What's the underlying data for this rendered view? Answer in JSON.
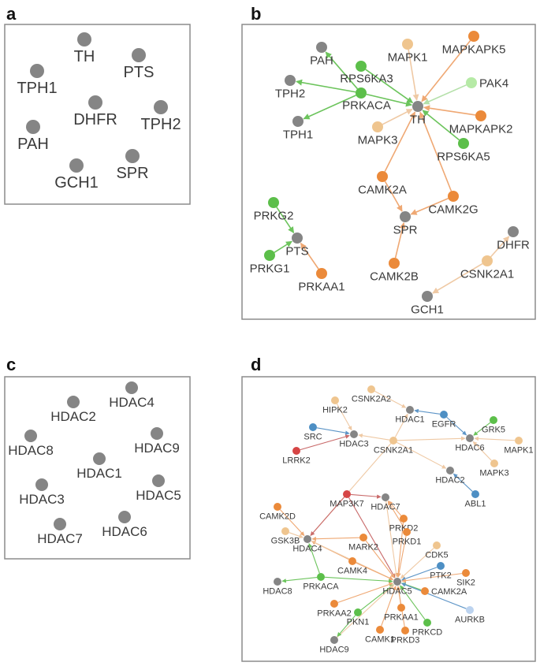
{
  "panels": [
    {
      "label": "a"
    },
    {
      "label": "b"
    },
    {
      "label": "c"
    },
    {
      "label": "d"
    }
  ],
  "colors": {
    "gray": "#858585",
    "green": "#5cbf4a",
    "orange": "#eb8a3a",
    "peach": "#efc58f",
    "lightgreen": "#b6eaa6",
    "blue": "#4d8fc4",
    "lightblue": "#bcd3ef",
    "red": "#d64545",
    "edge_green": "#6cc45c",
    "edge_orange": "#efa873",
    "edge_peach": "#efc9a4",
    "edge_blue": "#5d95c7",
    "edge_red": "#c96a6a",
    "edge_lightgreen": "#b4e0a9"
  },
  "networks": {
    "a": {
      "nodes": [
        {
          "id": "TH",
          "label": "TH",
          "color": "gray"
        },
        {
          "id": "PTS",
          "label": "PTS",
          "color": "gray"
        },
        {
          "id": "TPH1",
          "label": "TPH1",
          "color": "gray"
        },
        {
          "id": "DHFR",
          "label": "DHFR",
          "color": "gray"
        },
        {
          "id": "TPH2",
          "label": "TPH2",
          "color": "gray"
        },
        {
          "id": "PAH",
          "label": "PAH",
          "color": "gray"
        },
        {
          "id": "GCH1",
          "label": "GCH1",
          "color": "gray"
        },
        {
          "id": "SPR",
          "label": "SPR",
          "color": "gray"
        }
      ],
      "edges": []
    },
    "b": {
      "nodes": [
        {
          "id": "PAH",
          "label": "PAH",
          "color": "gray"
        },
        {
          "id": "TPH2",
          "label": "TPH2",
          "color": "gray"
        },
        {
          "id": "TPH1",
          "label": "TPH1",
          "color": "gray"
        },
        {
          "id": "RPS6KA3",
          "label": "RPS6KA3",
          "color": "green"
        },
        {
          "id": "PRKACA",
          "label": "PRKACA",
          "color": "green"
        },
        {
          "id": "MAPK1",
          "label": "MAPK1",
          "color": "peach"
        },
        {
          "id": "MAPKAPK5",
          "label": "MAPKAPK5",
          "color": "orange"
        },
        {
          "id": "PAK4",
          "label": "PAK4",
          "color": "lightgreen"
        },
        {
          "id": "TH",
          "label": "TH",
          "color": "gray"
        },
        {
          "id": "MAPKAPK2",
          "label": "MAPKAPK2",
          "color": "orange"
        },
        {
          "id": "MAPK3",
          "label": "MAPK3",
          "color": "peach"
        },
        {
          "id": "RPS6KA5",
          "label": "RPS6KA5",
          "color": "green"
        },
        {
          "id": "CAMK2A",
          "label": "CAMK2A",
          "color": "orange"
        },
        {
          "id": "CAMK2G",
          "label": "CAMK2G",
          "color": "orange"
        },
        {
          "id": "SPR",
          "label": "SPR",
          "color": "gray"
        },
        {
          "id": "CAMK2B",
          "label": "CAMK2B",
          "color": "orange"
        },
        {
          "id": "PRKG2",
          "label": "PRKG2",
          "color": "green"
        },
        {
          "id": "PTS",
          "label": "PTS",
          "color": "gray"
        },
        {
          "id": "PRKG1",
          "label": "PRKG1",
          "color": "green"
        },
        {
          "id": "PRKAA1",
          "label": "PRKAA1",
          "color": "orange"
        },
        {
          "id": "DHFR",
          "label": "DHFR",
          "color": "gray"
        },
        {
          "id": "CSNK2A1",
          "label": "CSNK2A1",
          "color": "peach"
        },
        {
          "id": "GCH1",
          "label": "GCH1",
          "color": "gray"
        }
      ],
      "edges": [
        {
          "from": "PRKACA",
          "to": "PAH",
          "color": "edge_green"
        },
        {
          "from": "PRKACA",
          "to": "TPH2",
          "color": "edge_green"
        },
        {
          "from": "PRKACA",
          "to": "TPH1",
          "color": "edge_green"
        },
        {
          "from": "PRKACA",
          "to": "TH",
          "color": "edge_green"
        },
        {
          "from": "RPS6KA3",
          "to": "TH",
          "color": "edge_green"
        },
        {
          "from": "MAPK1",
          "to": "TH",
          "color": "edge_peach"
        },
        {
          "from": "MAPKAPK5",
          "to": "TH",
          "color": "edge_orange"
        },
        {
          "from": "PAK4",
          "to": "TH",
          "color": "edge_lightgreen"
        },
        {
          "from": "MAPKAPK2",
          "to": "TH",
          "color": "edge_orange"
        },
        {
          "from": "MAPK3",
          "to": "TH",
          "color": "edge_peach"
        },
        {
          "from": "RPS6KA5",
          "to": "TH",
          "color": "edge_green"
        },
        {
          "from": "CAMK2A",
          "to": "TH",
          "color": "edge_orange"
        },
        {
          "from": "CAMK2G",
          "to": "TH",
          "color": "edge_orange"
        },
        {
          "from": "CAMK2A",
          "to": "SPR",
          "color": "edge_orange"
        },
        {
          "from": "CAMK2G",
          "to": "SPR",
          "color": "edge_orange"
        },
        {
          "from": "CAMK2B",
          "to": "SPR",
          "color": "edge_orange"
        },
        {
          "from": "PRKG2",
          "to": "PTS",
          "color": "edge_green"
        },
        {
          "from": "PRKG1",
          "to": "PTS",
          "color": "edge_green"
        },
        {
          "from": "PRKAA1",
          "to": "PTS",
          "color": "edge_orange"
        },
        {
          "from": "CSNK2A1",
          "to": "DHFR",
          "color": "edge_peach"
        },
        {
          "from": "CSNK2A1",
          "to": "GCH1",
          "color": "edge_peach"
        }
      ]
    },
    "c": {
      "nodes": [
        {
          "id": "HDAC4",
          "label": "HDAC4",
          "color": "gray"
        },
        {
          "id": "HDAC2",
          "label": "HDAC2",
          "color": "gray"
        },
        {
          "id": "HDAC8",
          "label": "HDAC8",
          "color": "gray"
        },
        {
          "id": "HDAC9",
          "label": "HDAC9",
          "color": "gray"
        },
        {
          "id": "HDAC1",
          "label": "HDAC1",
          "color": "gray"
        },
        {
          "id": "HDAC3",
          "label": "HDAC3",
          "color": "gray"
        },
        {
          "id": "HDAC5",
          "label": "HDAC5",
          "color": "gray"
        },
        {
          "id": "HDAC7",
          "label": "HDAC7",
          "color": "gray"
        },
        {
          "id": "HDAC6",
          "label": "HDAC6",
          "color": "gray"
        }
      ],
      "edges": []
    },
    "d": {
      "nodes": [
        {
          "id": "CSNK2A2",
          "label": "CSNK2A2",
          "color": "peach"
        },
        {
          "id": "HIPK2",
          "label": "HIPK2",
          "color": "peach"
        },
        {
          "id": "HDAC1",
          "label": "HDAC1",
          "color": "gray"
        },
        {
          "id": "EGFR",
          "label": "EGFR",
          "color": "blue"
        },
        {
          "id": "GRK5",
          "label": "GRK5",
          "color": "green"
        },
        {
          "id": "SRC",
          "label": "SRC",
          "color": "blue"
        },
        {
          "id": "HDAC3",
          "label": "HDAC3",
          "color": "gray"
        },
        {
          "id": "CSNK2A1",
          "label": "CSNK2A1",
          "color": "peach"
        },
        {
          "id": "HDAC6",
          "label": "HDAC6",
          "color": "gray"
        },
        {
          "id": "MAPK1",
          "label": "MAPK1",
          "color": "peach"
        },
        {
          "id": "LRRK2",
          "label": "LRRK2",
          "color": "red"
        },
        {
          "id": "MAPK3",
          "label": "MAPK3",
          "color": "peach"
        },
        {
          "id": "HDAC2",
          "label": "HDAC2",
          "color": "gray"
        },
        {
          "id": "ABL1",
          "label": "ABL1",
          "color": "blue"
        },
        {
          "id": "MAP3K7",
          "label": "MAP3K7",
          "color": "red"
        },
        {
          "id": "HDAC7",
          "label": "HDAC7",
          "color": "gray"
        },
        {
          "id": "CAMK2D",
          "label": "CAMK2D",
          "color": "orange"
        },
        {
          "id": "PRKD2",
          "label": "PRKD2",
          "color": "orange"
        },
        {
          "id": "GSK3B",
          "label": "GSK3B",
          "color": "peach"
        },
        {
          "id": "HDAC4",
          "label": "HDAC4",
          "color": "gray"
        },
        {
          "id": "MARK2",
          "label": "MARK2",
          "color": "orange"
        },
        {
          "id": "PRKD1",
          "label": "PRKD1",
          "color": "orange"
        },
        {
          "id": "CDK5",
          "label": "CDK5",
          "color": "peach"
        },
        {
          "id": "CAMK4",
          "label": "CAMK4",
          "color": "orange"
        },
        {
          "id": "PTK2",
          "label": "PTK2",
          "color": "blue"
        },
        {
          "id": "SIK2",
          "label": "SIK2",
          "color": "orange"
        },
        {
          "id": "HDAC8",
          "label": "HDAC8",
          "color": "gray"
        },
        {
          "id": "PRKACA",
          "label": "PRKACA",
          "color": "green"
        },
        {
          "id": "HDAC5",
          "label": "HDAC5",
          "color": "gray"
        },
        {
          "id": "CAMK2A",
          "label": "CAMK2A",
          "color": "orange"
        },
        {
          "id": "AURKB",
          "label": "AURKB",
          "color": "lightblue"
        },
        {
          "id": "PRKAA2",
          "label": "PRKAA2",
          "color": "orange"
        },
        {
          "id": "PKN1",
          "label": "PKN1",
          "color": "green"
        },
        {
          "id": "PRKAA1",
          "label": "PRKAA1",
          "color": "orange"
        },
        {
          "id": "PRKCD",
          "label": "PRKCD",
          "color": "green"
        },
        {
          "id": "CAMK1",
          "label": "CAMK1",
          "color": "orange"
        },
        {
          "id": "PRKD3",
          "label": "PRKD3",
          "color": "orange"
        },
        {
          "id": "HDAC9",
          "label": "HDAC9",
          "color": "gray"
        }
      ],
      "edges": [
        {
          "from": "CSNK2A2",
          "to": "HDAC1",
          "color": "edge_peach"
        },
        {
          "from": "EGFR",
          "to": "HDAC1",
          "color": "edge_blue"
        },
        {
          "from": "CSNK2A1",
          "to": "HDAC1",
          "color": "edge_peach"
        },
        {
          "from": "HIPK2",
          "to": "HDAC3",
          "color": "edge_peach"
        },
        {
          "from": "SRC",
          "to": "HDAC3",
          "color": "edge_blue"
        },
        {
          "from": "LRRK2",
          "to": "HDAC3",
          "color": "edge_red"
        },
        {
          "from": "CSNK2A1",
          "to": "HDAC3",
          "color": "edge_peach"
        },
        {
          "from": "GRK5",
          "to": "HDAC6",
          "color": "edge_green"
        },
        {
          "from": "EGFR",
          "to": "HDAC6",
          "color": "edge_blue"
        },
        {
          "from": "CSNK2A1",
          "to": "HDAC6",
          "color": "edge_peach"
        },
        {
          "from": "MAPK1",
          "to": "HDAC6",
          "color": "edge_peach"
        },
        {
          "from": "MAPK3",
          "to": "HDAC6",
          "color": "edge_peach"
        },
        {
          "from": "CSNK2A1",
          "to": "HDAC2",
          "color": "edge_peach"
        },
        {
          "from": "ABL1",
          "to": "HDAC2",
          "color": "edge_blue"
        },
        {
          "from": "CSNK2A1",
          "to": "HDAC4",
          "color": "edge_peach"
        },
        {
          "from": "MAP3K7",
          "to": "HDAC7",
          "color": "edge_red"
        },
        {
          "from": "MAP3K7",
          "to": "HDAC5",
          "color": "edge_red"
        },
        {
          "from": "MAP3K7",
          "to": "HDAC4",
          "color": "edge_red"
        },
        {
          "from": "PRKD2",
          "to": "HDAC7",
          "color": "edge_orange"
        },
        {
          "from": "PRKD1",
          "to": "HDAC7",
          "color": "edge_orange"
        },
        {
          "from": "HDAC7",
          "to": "HDAC5",
          "color": "edge_peach"
        },
        {
          "from": "CAMK2D",
          "to": "HDAC4",
          "color": "edge_orange"
        },
        {
          "from": "GSK3B",
          "to": "HDAC4",
          "color": "edge_peach"
        },
        {
          "from": "MARK2",
          "to": "HDAC4",
          "color": "edge_orange"
        },
        {
          "from": "CAMK4",
          "to": "HDAC4",
          "color": "edge_orange"
        },
        {
          "from": "PRKACA",
          "to": "HDAC4",
          "color": "edge_green"
        },
        {
          "from": "HDAC4",
          "to": "HDAC5",
          "color": "edge_peach"
        },
        {
          "from": "MARK2",
          "to": "HDAC5",
          "color": "edge_orange"
        },
        {
          "from": "PRKD2",
          "to": "HDAC5",
          "color": "edge_orange"
        },
        {
          "from": "PRKD1",
          "to": "HDAC5",
          "color": "edge_orange"
        },
        {
          "from": "CDK5",
          "to": "HDAC5",
          "color": "edge_peach"
        },
        {
          "from": "CAMK4",
          "to": "HDAC5",
          "color": "edge_orange"
        },
        {
          "from": "PTK2",
          "to": "HDAC5",
          "color": "edge_blue"
        },
        {
          "from": "SIK2",
          "to": "HDAC5",
          "color": "edge_orange"
        },
        {
          "from": "PRKACA",
          "to": "HDAC5",
          "color": "edge_green"
        },
        {
          "from": "CAMK2A",
          "to": "HDAC5",
          "color": "edge_green"
        },
        {
          "from": "AURKB",
          "to": "HDAC5",
          "color": "edge_blue"
        },
        {
          "from": "PRKAA2",
          "to": "HDAC5",
          "color": "edge_orange"
        },
        {
          "from": "PKN1",
          "to": "HDAC5",
          "color": "edge_green"
        },
        {
          "from": "PRKAA1",
          "to": "HDAC5",
          "color": "edge_orange"
        },
        {
          "from": "PRKCD",
          "to": "HDAC5",
          "color": "edge_green"
        },
        {
          "from": "CAMK1",
          "to": "HDAC5",
          "color": "edge_orange"
        },
        {
          "from": "PRKD3",
          "to": "HDAC5",
          "color": "edge_orange"
        },
        {
          "from": "HDAC9",
          "to": "HDAC5",
          "color": "edge_peach"
        },
        {
          "from": "PRKACA",
          "to": "HDAC8",
          "color": "edge_green"
        },
        {
          "from": "PKN1",
          "to": "HDAC9",
          "color": "edge_green"
        }
      ]
    }
  }
}
